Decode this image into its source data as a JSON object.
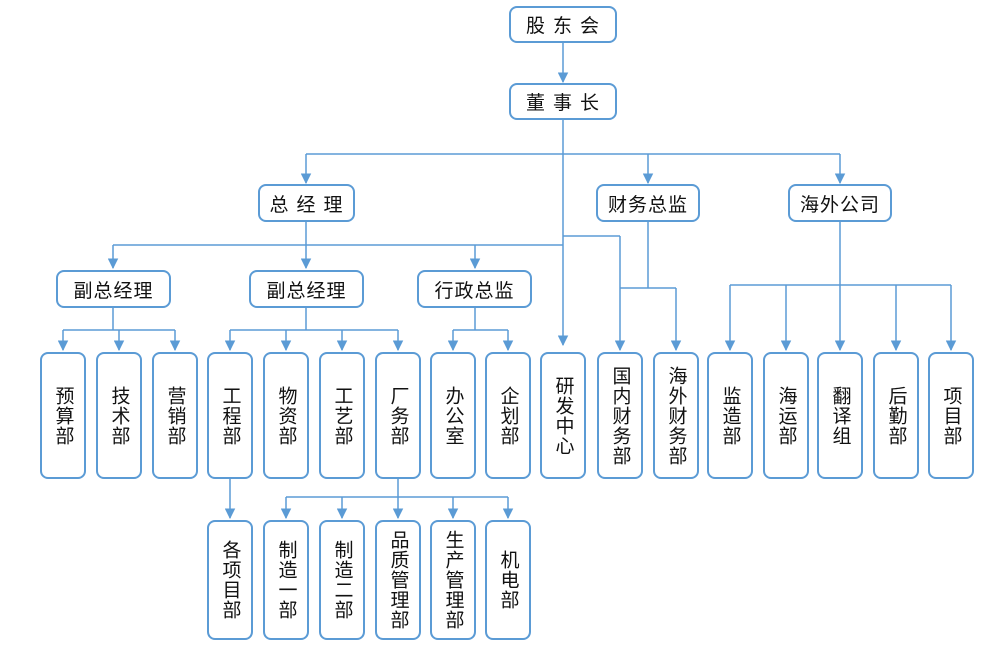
{
  "org": {
    "shareholders": "股 东 会",
    "chairman": "董 事 长",
    "general_manager": "总 经 理",
    "finance_director": "财务总监",
    "overseas_company": "海外公司",
    "deputy_gm_1": {
      "title": "副总经理",
      "departments": [
        "预算部",
        "技术部",
        "营销部"
      ]
    },
    "deputy_gm_2": {
      "title": "副总经理",
      "departments": [
        "工程部",
        "物资部",
        "工艺部",
        "厂务部"
      ],
      "engineering_sub": "各项目部",
      "factory_sub": [
        "制造一部",
        "制造二部",
        "品质管理部",
        "生产管理部",
        "机电部"
      ]
    },
    "admin_director": {
      "title": "行政总监",
      "departments": [
        "办公室",
        "企划部"
      ]
    },
    "rd_center": "研发中心",
    "finance_departments": [
      "国内财务部",
      "海外财务部"
    ],
    "overseas_departments": [
      "监造部",
      "海运部",
      "翻译组",
      "后勤部",
      "项目部"
    ]
  },
  "colors": {
    "line": "#5b9bd5",
    "border": "#5b9bd5",
    "text": "#111111"
  }
}
